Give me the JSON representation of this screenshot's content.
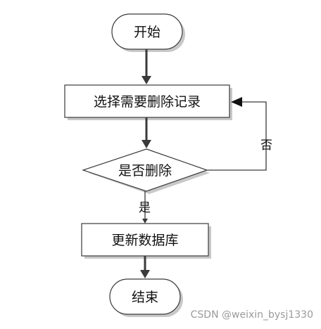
{
  "nodes": {
    "start": "开始",
    "select_record": "选择需要删除记录",
    "confirm_delete": "是否删除",
    "update_db": "更新数据库",
    "end": "结束"
  },
  "edges": {
    "yes": "是",
    "no": "否"
  },
  "watermark": "CSDN @weixin_bysj1330",
  "colors": {
    "stroke": "#3a3a3a",
    "shadow": "#c8c8c8",
    "fill": "#ffffff"
  }
}
